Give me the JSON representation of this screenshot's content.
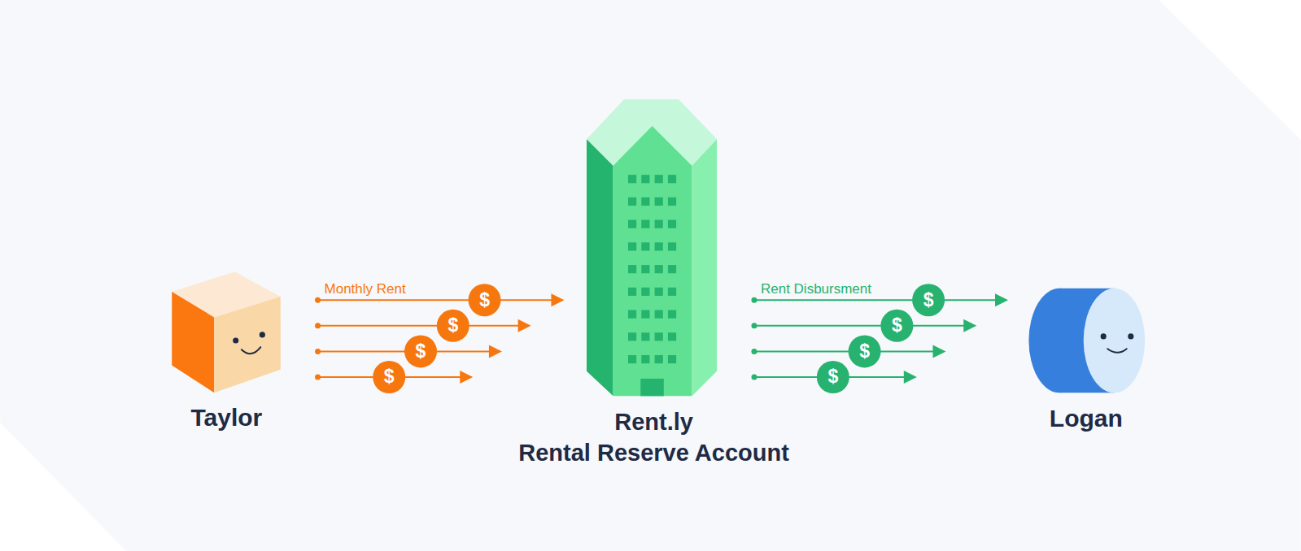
{
  "diagram": {
    "nodes": [
      {
        "text": [
          "Taylor"
        ]
      },
      {
        "text": [
          "Rent.ly",
          "Rental Reserve Account"
        ]
      },
      {
        "text": [
          "Logan"
        ]
      }
    ],
    "edges": [
      {
        "from": 0,
        "to": 1,
        "arrow": "to",
        "label": "Monthly Rent"
      },
      {
        "from": 0,
        "to": 1,
        "arrow": "to"
      },
      {
        "from": 0,
        "to": 1,
        "arrow": "to"
      },
      {
        "from": 0,
        "to": 1,
        "arrow": "to"
      },
      {
        "from": 1,
        "to": 2,
        "arrow": "to",
        "label": "Rent Disbursment"
      },
      {
        "from": 1,
        "to": 2,
        "arrow": "to"
      },
      {
        "from": 1,
        "to": 2,
        "arrow": "to"
      },
      {
        "from": 1,
        "to": 2,
        "arrow": "to"
      }
    ],
    "labels": [
      "$",
      "$",
      "$",
      "$",
      "$",
      "$",
      "$",
      "$"
    ]
  }
}
